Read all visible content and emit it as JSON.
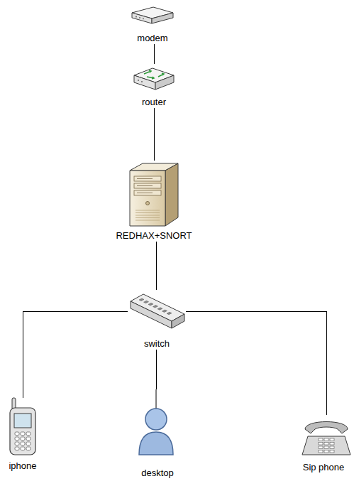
{
  "diagram": {
    "nodes": [
      {
        "text": [
          "modem"
        ]
      },
      {
        "text": [
          "router"
        ]
      },
      {
        "text": [
          "REDHAX+SNORT"
        ]
      },
      {
        "text": [
          "switch"
        ]
      },
      {
        "text": [
          "iphone"
        ]
      },
      {
        "text": [
          "desktop"
        ]
      },
      {
        "text": [
          "Sip phone"
        ]
      }
    ],
    "edges": [
      {
        "from": 0,
        "to": 1,
        "arrow": "none"
      },
      {
        "from": 1,
        "to": 2,
        "arrow": "none"
      },
      {
        "from": 2,
        "to": 3,
        "arrow": "none"
      },
      {
        "from": 3,
        "to": 4,
        "arrow": "none"
      },
      {
        "from": 3,
        "to": 5,
        "arrow": "none"
      },
      {
        "from": 3,
        "to": 6,
        "arrow": "none"
      }
    ]
  }
}
